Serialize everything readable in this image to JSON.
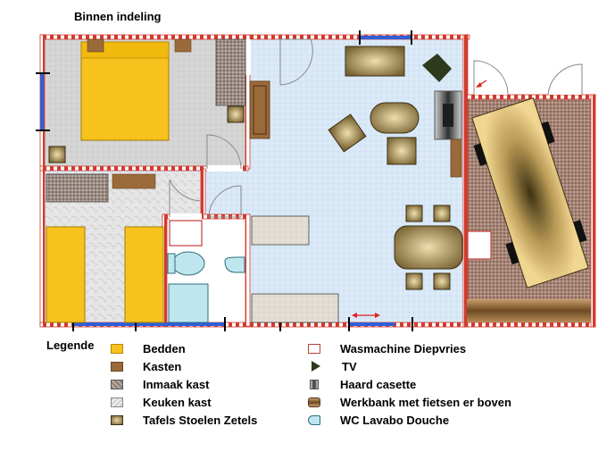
{
  "title": "Binnen indeling",
  "legend": {
    "title": "Legende",
    "bedden": "Bedden",
    "kasten": "Kasten",
    "inmaak": "Inmaak kast",
    "keuken": "Keuken kast",
    "tafels": "Tafels Stoelen Zetels",
    "wasmachine": "Wasmachine Diepvries",
    "tv": "TV",
    "haard": "Haard casette",
    "werkbank": "Werkbank met fietsen er boven",
    "wc": "WC Lavabo Douche"
  },
  "colors": {
    "wall_red": "#d23a2e",
    "floor_blue": "#dbe9f7",
    "bed_yellow": "#f7c21d",
    "closet_brown": "#9a6a3a",
    "window_blue": "#2f5fd8"
  }
}
